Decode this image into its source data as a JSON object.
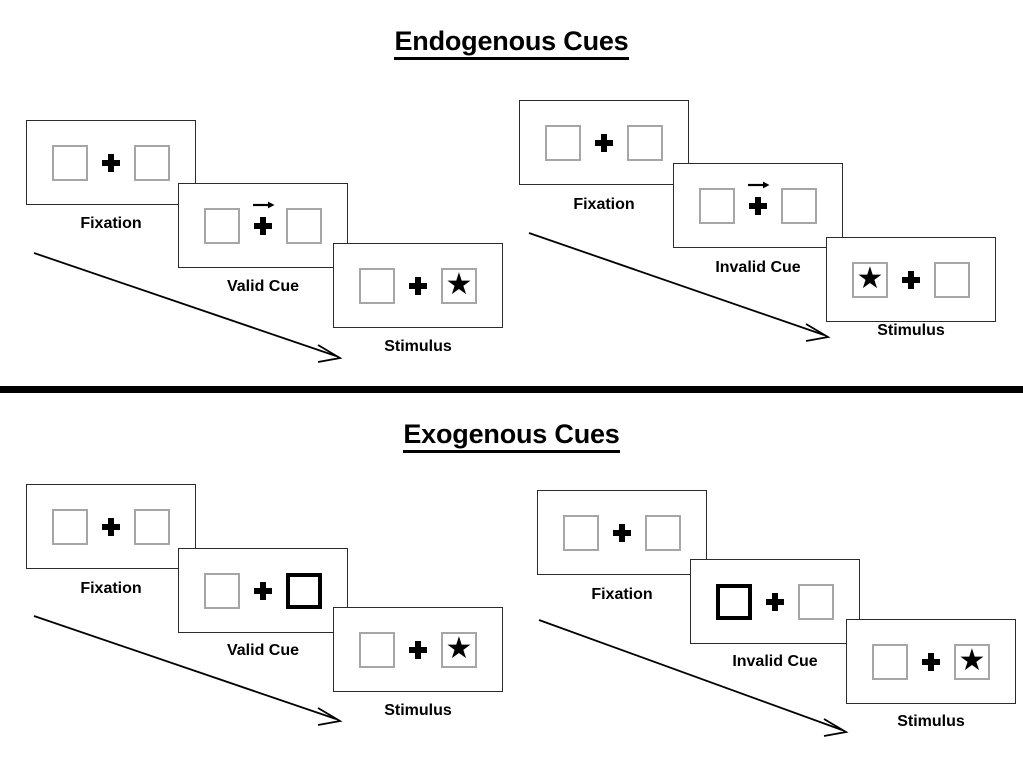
{
  "figure": {
    "title_endogenous": "Endogenous Cues",
    "title_exogenous": "Exogenous Cues",
    "colors": {
      "frame_border": "#2b2b2b",
      "placeholder_border": "#a6a6a6",
      "cued_border": "#000000",
      "ink": "#000000",
      "background": "#ffffff"
    }
  },
  "sections": [
    {
      "id": "endogenous",
      "title": "Endogenous Cues",
      "sequences": [
        {
          "id": "endogenous-valid",
          "cue_type": "arrow",
          "frames": [
            {
              "caption": "Fixation",
              "left_box": "empty",
              "right_box": "empty",
              "cue": "none"
            },
            {
              "caption": "Valid Cue",
              "left_box": "empty",
              "right_box": "empty",
              "cue": "arrow-right"
            },
            {
              "caption": "Stimulus",
              "left_box": "empty",
              "right_box": "star",
              "cue": "none"
            }
          ]
        },
        {
          "id": "endogenous-invalid",
          "cue_type": "arrow",
          "frames": [
            {
              "caption": "Fixation",
              "left_box": "empty",
              "right_box": "empty",
              "cue": "none"
            },
            {
              "caption": "Invalid Cue",
              "left_box": "empty",
              "right_box": "empty",
              "cue": "arrow-right"
            },
            {
              "caption": "Stimulus",
              "left_box": "star",
              "right_box": "empty",
              "cue": "none"
            }
          ]
        }
      ]
    },
    {
      "id": "exogenous",
      "title": "Exogenous Cues",
      "sequences": [
        {
          "id": "exogenous-valid",
          "cue_type": "box-flash",
          "frames": [
            {
              "caption": "Fixation",
              "left_box": "empty",
              "right_box": "empty",
              "cue": "none"
            },
            {
              "caption": "Valid Cue",
              "left_box": "empty",
              "right_box": "cued",
              "cue": "none"
            },
            {
              "caption": "Stimulus",
              "left_box": "empty",
              "right_box": "star",
              "cue": "none"
            }
          ]
        },
        {
          "id": "exogenous-invalid",
          "cue_type": "box-flash",
          "frames": [
            {
              "caption": "Fixation",
              "left_box": "empty",
              "right_box": "empty",
              "cue": "none"
            },
            {
              "caption": "Invalid Cue",
              "left_box": "cued",
              "right_box": "empty",
              "cue": "none"
            },
            {
              "caption": "Stimulus",
              "left_box": "empty",
              "right_box": "star",
              "cue": "none"
            }
          ]
        }
      ]
    }
  ],
  "glyphs": {
    "star": "★",
    "arrow_right": "→"
  }
}
